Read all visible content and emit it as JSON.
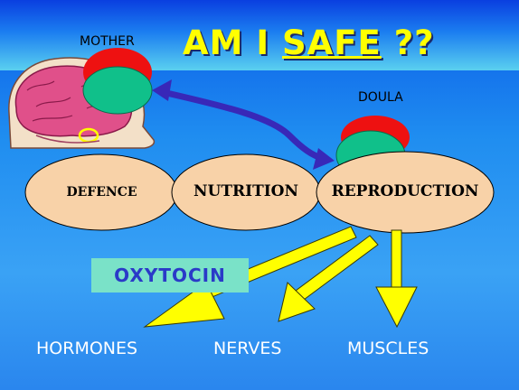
{
  "title": {
    "part1": "AM I ",
    "safe": "SAFE",
    "part2": " ??"
  },
  "labels": {
    "mother": "MOTHER",
    "doula": "DOULA"
  },
  "systems": {
    "defence": "DEFENCE",
    "nutrition": "NUTRITION",
    "reproduction": "REPRODUCTION"
  },
  "oxytocin": "OXYTOCIN",
  "outputs": {
    "hormones": "HORMONES",
    "nerves": "NERVES",
    "muscles": "MUSCLES"
  },
  "colors": {
    "title_text": "#ffff00",
    "oval_fill": "#f8d2a8",
    "head_red": "#ee1111",
    "head_green": "#10c08a",
    "arrow_yellow": "#ffff00",
    "connector_arrow": "#3828b8",
    "oxytocin_box": "#7ae2c8",
    "brain": "#e0508a"
  }
}
